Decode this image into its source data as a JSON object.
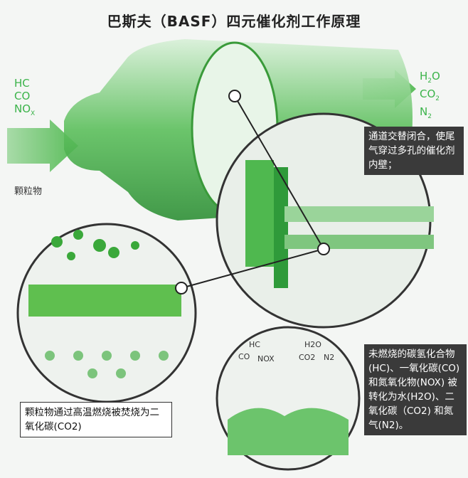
{
  "title": "巴斯夫（BASF）四元催化剂工作原理",
  "inlet": {
    "gases": [
      "HC",
      "CO",
      "NO"
    ],
    "sub": "X",
    "particles": "颗粒物"
  },
  "outlet": {
    "h2o": [
      "H",
      "2",
      "O"
    ],
    "co2": [
      "CO",
      "2"
    ],
    "n2": [
      "N",
      "2"
    ]
  },
  "callout_walls": "通道交替闭合，使尾气穿过多孔的催化剂内壁；",
  "callout_particles": "颗粒物通过高温燃烧被焚烧为二氧化碳(CO2)",
  "callout_gases": "未燃烧的碳氢化合物(HC)、一氧化碳(CO)和氮氧化物(NOX) 被转化为水(H2O)、二氧化碳（CO2) 和氮气(N2)。",
  "reaction": {
    "in1": "HC",
    "in2": "CO",
    "in3": "NOX",
    "out1": "H2O",
    "out2": "CO2",
    "out3": "N2"
  },
  "colors": {
    "green": "#3bb34a",
    "dark_box": "#3a3a3a"
  }
}
